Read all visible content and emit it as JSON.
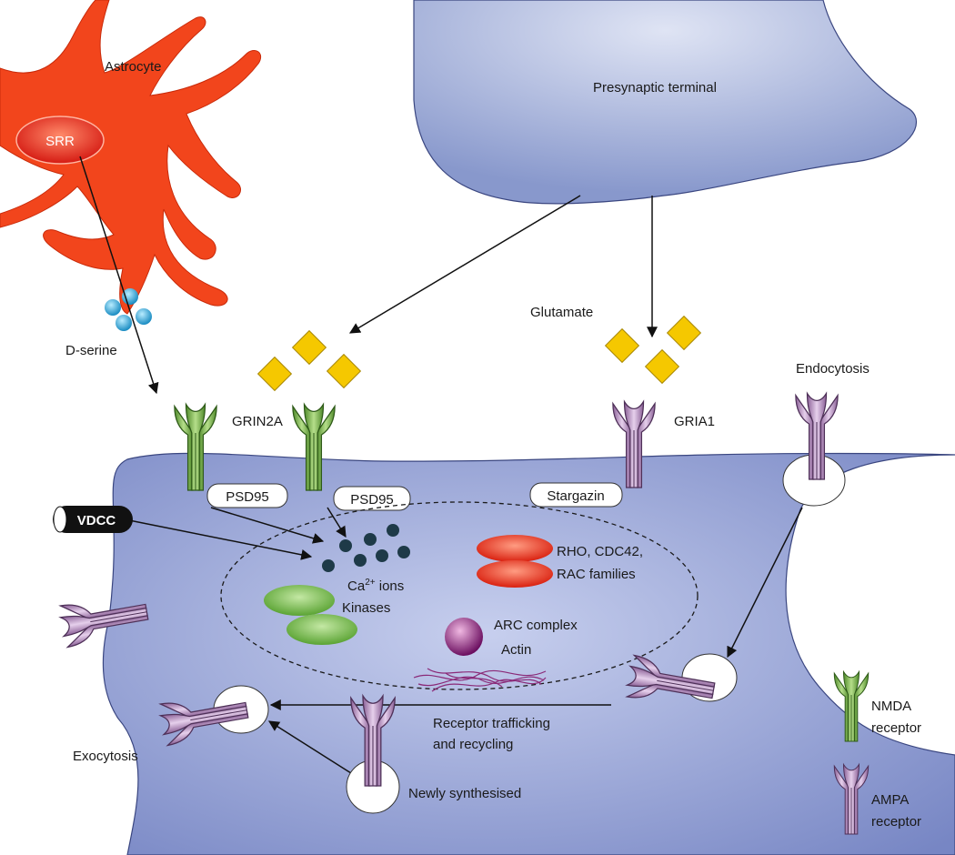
{
  "labels": {
    "presynaptic": "Presynaptic terminal",
    "astrocyte": "Astrocyte",
    "srr": "SRR",
    "d_serine": "D-serine",
    "glutamate": "Glutamate",
    "grin2a": "GRIN2A",
    "gria1": "GRIA1",
    "endocytosis": "Endocytosis",
    "psd95_a": "PSD95",
    "psd95_b": "PSD95",
    "stargazin": "Stargazin",
    "vdcc": "VDCC",
    "ca_base": "Ca",
    "ca_sup": "2+",
    "ca_rest": " ions",
    "rho_1": "RHO, CDC42,",
    "rho_2": "RAC families",
    "kinases": "Kinases",
    "arc": "ARC complex",
    "actin": "Actin",
    "trafficking_1": "Receptor trafficking",
    "trafficking_2": "and recycling",
    "exocytosis": "Exocytosis",
    "newly": "Newly synthesised"
  },
  "legend": {
    "nmda_1": "NMDA",
    "nmda_2": "receptor",
    "ampa_1": "AMPA",
    "ampa_2": "receptor"
  },
  "colors": {
    "background": "#ffffff",
    "presynaptic": "#8e9dd0",
    "postsynaptic": "#7f8fcb",
    "astrocyte": "#f2451c",
    "srr": "#e8231a",
    "nmda_green": "#6aa33c",
    "ampa_purple": "#a884b3",
    "glutamate_yellow": "#f5c800",
    "dserine_blue": "#2aa6d6",
    "ca_dark": "#1e3a48",
    "rho_red": "#e8371d",
    "kinase_green": "#6fb84a",
    "arc_purple": "#7a1f6e",
    "actin": "#8a2a78"
  }
}
